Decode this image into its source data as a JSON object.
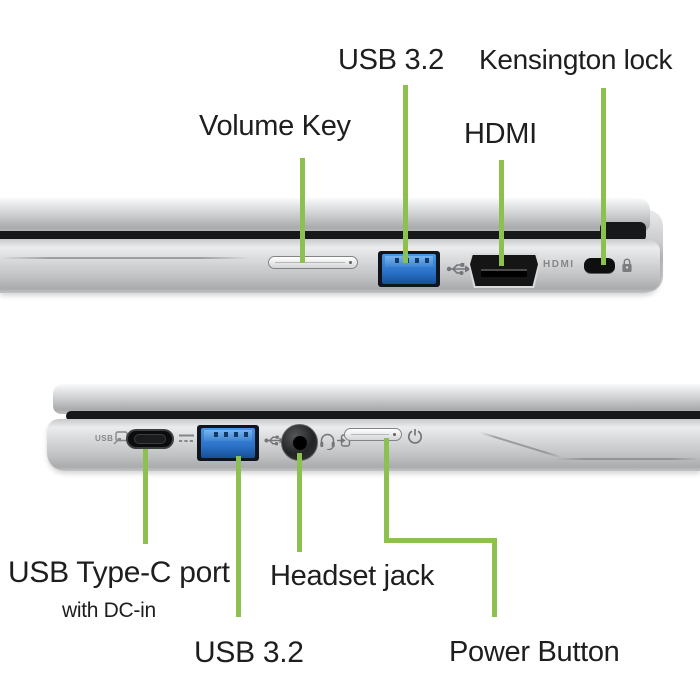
{
  "colors": {
    "leader_line": "#8CC152",
    "label_text": "#1E1E1E",
    "usb_port_blue": "#2B72C8",
    "body_silver": "#C9CACC"
  },
  "top_view": {
    "labels": {
      "usb32": "USB 3.2",
      "kensington": "Kensington lock",
      "volume": "Volume Key",
      "hdmi": "HDMI"
    },
    "markings": {
      "hdmi_logo": "HDMI"
    }
  },
  "bottom_view": {
    "labels": {
      "usbc": "USB Type-C port",
      "usbc_sub": "with DC-in",
      "headset": "Headset jack",
      "usb32": "USB 3.2",
      "power": "Power Button"
    },
    "markings": {
      "usb": "USB"
    }
  }
}
